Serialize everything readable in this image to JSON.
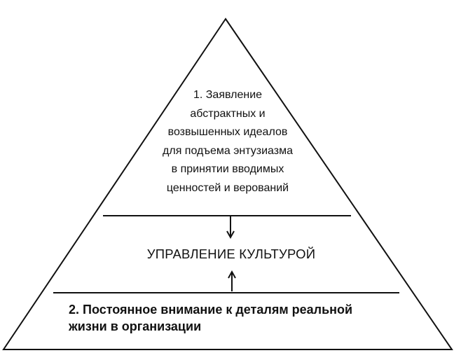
{
  "pyramid": {
    "top_section": {
      "lines": [
        "1. Заявление",
        "абстрактных  и",
        "возвышенных идеалов",
        "для подъема энтузиазма",
        "в принятии вводимых",
        "ценностей и верований"
      ]
    },
    "middle_section": {
      "label": "УПРАВЛЕНИЕ КУЛЬТУРОЙ"
    },
    "bottom_section": {
      "lines": [
        "2. Постоянное внимание к деталям реальной",
        "жизни в организации"
      ]
    }
  },
  "colors": {
    "line": "#111111",
    "background": "#ffffff"
  }
}
